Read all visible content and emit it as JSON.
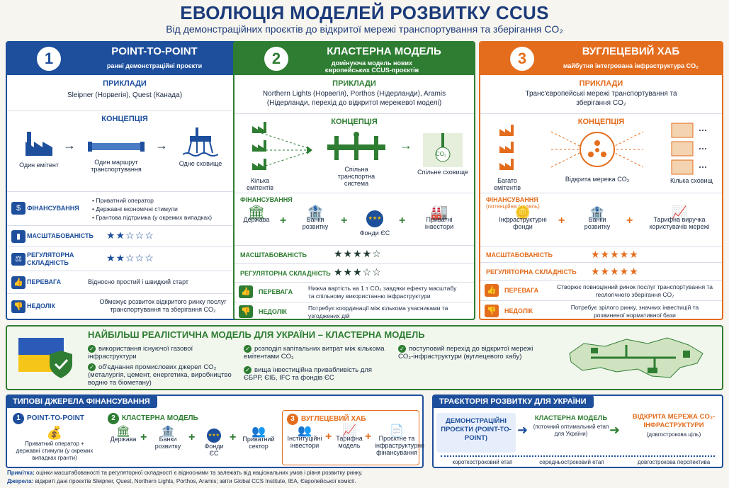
{
  "title": "ЕВОЛЮЦІЯ МОДЕЛЕЙ РОЗВИТКУ CCUS",
  "subtitle": "Від демонстраційних проєктів до відкритої мережі транспортування та зберігання CO₂",
  "c1": {
    "num": "1",
    "name": "POINT-TO-POINT",
    "sub": "ранні демонстраційні проєкти",
    "ex_label": "ПРИКЛАДИ",
    "ex": "Sleipner (Норвегія), Quest (Канада)",
    "con_label": "КОНЦЕПЦІЯ",
    "i1": "Один емітент",
    "i2": "Один маршрут транспортування",
    "i3": "Одне сховище",
    "fin_label": "ФІНАНСУВАННЯ",
    "fin1": "Приватний оператор",
    "fin2": "Державні економічні стимули",
    "fin3": "Грантова підтримка (у окремих випадках)",
    "sc_label": "МАСШТАБОВАНІСТЬ",
    "sc_stars": "★★☆☆☆",
    "rg_label": "РЕГУЛЯТОРНА СКЛАДНІСТЬ",
    "rg_stars": "★★☆☆☆",
    "adv_label": "ПЕРЕВАГА",
    "adv": "Відносно простий і швидкий старт",
    "dis_label": "НЕДОЛІК",
    "dis": "Обмежує розвиток відкритого ринку послуг транспортування та зберігання CO₂"
  },
  "c2": {
    "num": "2",
    "name": "КЛАСТЕРНА МОДЕЛЬ",
    "sub": "домінуюча модель нових європейських CCUS-проєктів",
    "ex_label": "ПРИКЛАДИ",
    "ex": "Northern Lights (Норвегія), Porthos (Нідерланди), Aramis (Нідерланди, перехід до відкритої мережевої моделі)",
    "con_label": "КОНЦЕПЦІЯ",
    "i1": "Кілька емітентів",
    "i2": "Спільна транспортна система",
    "i3": "Спільне сховище",
    "co2": "CO₂",
    "fin_label": "ФІНАНСУВАННЯ",
    "f1": "Держава",
    "f2": "Банки розвитку",
    "f3": "Фонди ЄС",
    "f4": "Приватні інвестори",
    "sc_label": "МАСШТАБОВАНІСТЬ",
    "sc_stars": "★★★★☆",
    "rg_label": "РЕГУЛЯТОРНА СКЛАДНІСТЬ",
    "rg_stars": "★★★☆☆",
    "adv_label": "ПЕРЕВАГА",
    "adv": "Нижча вартість на 1 т CO₂ завдяки ефекту масштабу та спільному використанню інфраструктури",
    "dis_label": "НЕДОЛІК",
    "dis": "Потребує координації між кількома учасниками та узгоджених дій"
  },
  "c3": {
    "num": "3",
    "name": "ВУГЛЕЦЕВИЙ ХАБ",
    "sub": "майбутня інтегрована інфраструктура CO₂",
    "ex_label": "ПРИКЛАДИ",
    "ex": "Транс'європейські мережі транспортування та зберігання CO₂",
    "con_label": "КОНЦЕПЦІЯ",
    "i1": "Багато емітентів",
    "i2": "Відкрита мережа CO₂",
    "i3": "Кілька сховищ",
    "fin_label": "ФІНАНСУВАННЯ",
    "fin_sub": "(потенційна модель)",
    "f1": "Інфраструктурні фонди",
    "f2": "Банки розвитку",
    "f3": "Тарифна виручка користувачів мережі",
    "sc_label": "МАСШТАБОВАНІСТЬ",
    "sc_stars": "★★★★★",
    "rg_label": "РЕГУЛЯТОРНА СКЛАДНІСТЬ",
    "rg_stars": "★★★★★",
    "adv_label": "ПЕРЕВАГА",
    "adv": "Створює повноцінний ринок послуг транспортування та геологічного зберігання CO₂",
    "dis_label": "НЕДОЛІК",
    "dis": "Потребує зрілого ринку, значних інвестицій та розвиненої нормативної бази"
  },
  "ua": {
    "title": "НАЙБІЛЬШ РЕАЛІСТИЧНА МОДЕЛЬ ДЛЯ УКРАЇНИ – КЛАСТЕРНА МОДЕЛЬ",
    "p1": "використання існуючої газової інфраструктури",
    "p2": "об'єднання промислових джерел CO₂ (металургія, цемент, енергетика, виробництво водню та біометану)",
    "p3": "розподіл капітальних витрат між кількома емітентами CO₂",
    "p4": "вища інвестиційна привабливість для ЄБРР, ЄІБ, IFC та фондів ЄС",
    "p5": "поступовий перехід до відкритої мережі CO₂-інфраструктури (вуглецевого хабу)"
  },
  "src": {
    "tag": "ТИПОВІ ДЖЕРЕЛА ФІНАНСУВАННЯ",
    "m1": "POINT-TO-POINT",
    "m1t": "Приватний оператор + державні стимули (у окремих випадках гранти)",
    "m2": "КЛАСТЕРНА МОДЕЛЬ",
    "m2a": "Держава",
    "m2b": "Банки розвитку",
    "m2c": "Фонди ЄС",
    "m2d": "Приватний сектор",
    "m3": "ВУГЛЕЦЕВИЙ ХАБ",
    "m3a": "Інституційні інвестори",
    "m3b": "Тарифна модель",
    "m3c": "Проєктне та інфраструктурне фінансування"
  },
  "traj": {
    "tag": "ТРАЄКТОРІЯ РОЗВИТКУ ДЛЯ УКРАЇНИ",
    "s1": "ДЕМОНСТРАЦІЙНІ ПРОЄКТИ (POINT-TO-POINT)",
    "s2": "КЛАСТЕРНА МОДЕЛЬ",
    "s2t": "(поточний оптимальний етап для України)",
    "s3": "ВІДКРИТА МЕРЕЖА CO₂-ІНФРАСТРУКТУРИ",
    "s3t": "(довгострокова ціль)",
    "t1": "короткостроковий етап",
    "t2": "середньостроковий етап",
    "t3": "довгострокова перспектива"
  },
  "note_label": "Примітка:",
  "note": "оцінки масштабованості та регуляторної складності є відносними та залежать від національних умов і рівня розвитку ринку.",
  "src_label": "Джерела:",
  "srcs": "відкриті дані проєктів Sleipner, Quest, Northern Lights, Porthos, Aramis; звіти Global CCS Institute, IEA, Європейської комісії."
}
